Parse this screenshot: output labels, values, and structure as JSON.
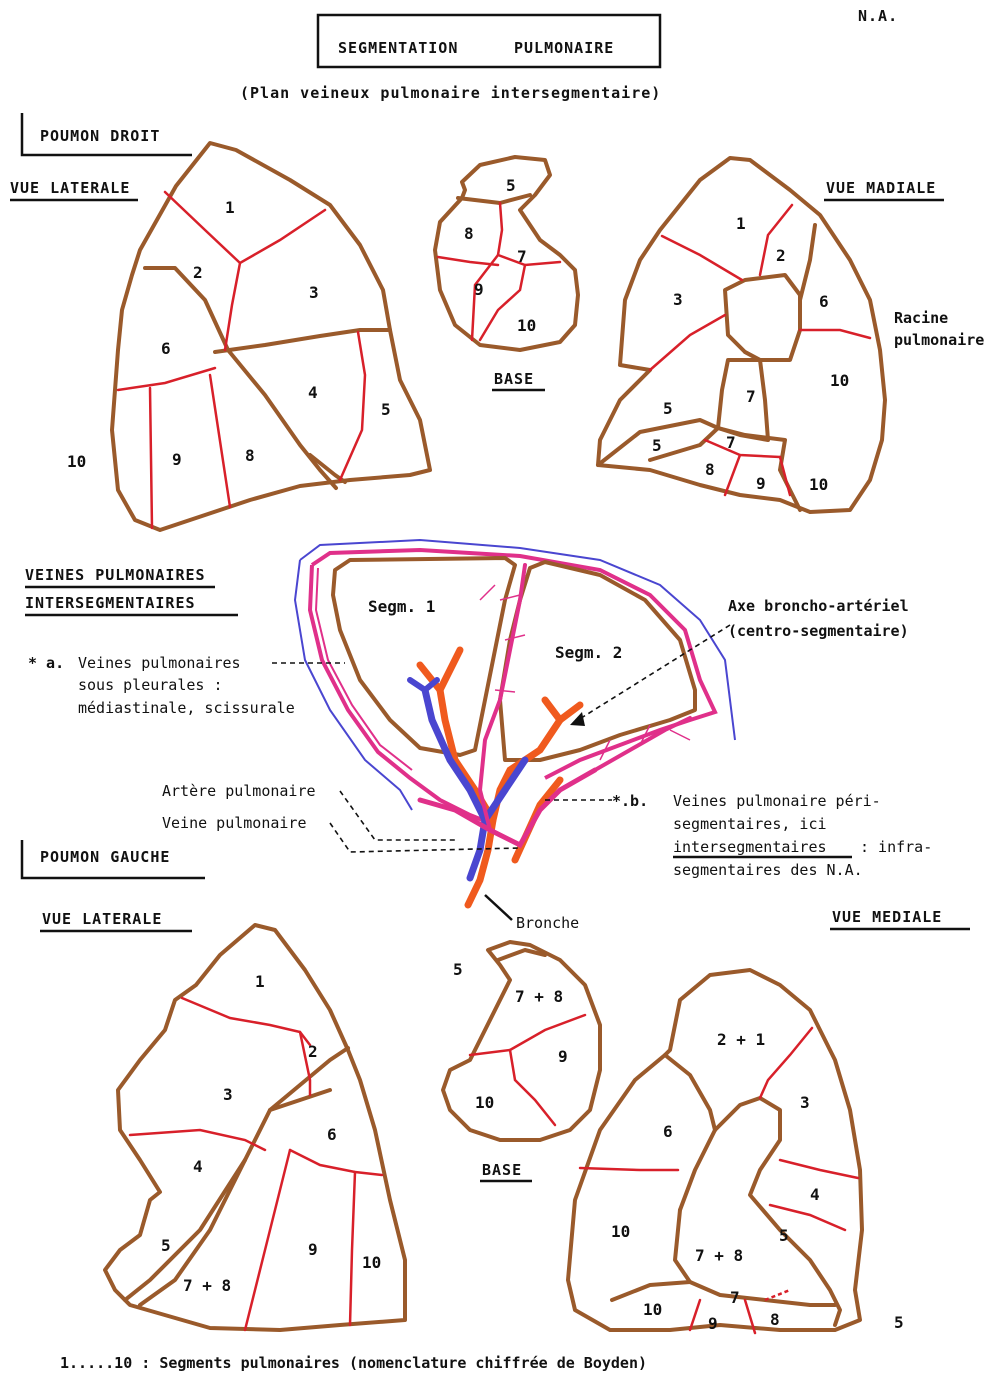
{
  "header": {
    "title_left": "SEGMENTATION",
    "title_right": "PULMONAIRE",
    "subtitle": "(Plan veineux pulmonaire intersegmentaire)",
    "corner": "N.A."
  },
  "right_lung": {
    "heading": "POUMON DROIT",
    "lateral": {
      "label": "VUE LATERALE",
      "segments": [
        "1",
        "2",
        "3",
        "4",
        "5",
        "6",
        "8",
        "9",
        "10"
      ]
    },
    "base": {
      "label": "BASE",
      "segments": [
        "5",
        "7",
        "8",
        "9",
        "10"
      ]
    },
    "medial": {
      "label": "VUE MADIALE",
      "segments": [
        "1",
        "2",
        "3",
        "5",
        "5",
        "6",
        "7",
        "7",
        "8",
        "9",
        "10",
        "10"
      ],
      "root_label_1": "Racine",
      "root_label_2": "pulmonaire"
    }
  },
  "veins": {
    "heading_1": "VEINES PULMONAIRES",
    "heading_2": "INTERSEGMENTAIRES",
    "seg1": "Segm. 1",
    "seg2": "Segm. 2",
    "axis_1": "Axe broncho-artériel",
    "axis_2": "(centro-segmentaire)",
    "note_a_marker": "* a.",
    "note_a_1": "Veines pulmonaires",
    "note_a_2": "sous pleurales   :",
    "note_a_3": "médiastinale, scissurale",
    "artery": "Artère pulmonaire",
    "vein": "Veine pulmonaire",
    "note_b_marker": "*.b.",
    "note_b_1": "Veines pulmonaire péri-",
    "note_b_2": "segmentaires, ici",
    "note_b_3a": "intersegmentaires",
    "note_b_3b": ": infra-",
    "note_b_4": "segmentaires des N.A.",
    "bronchus": "Bronche",
    "colors": {
      "bronchus": "#f05a1e",
      "artery": "#4a46d0",
      "vein": "#e0308a",
      "lung": "#9a5a2b",
      "boundary": "#d8202a"
    }
  },
  "left_lung": {
    "heading": "POUMON GAUCHE",
    "lateral": {
      "label": "VUE LATERALE",
      "segments": [
        "1",
        "2",
        "3",
        "4",
        "5",
        "6",
        "7 + 8",
        "9",
        "10"
      ]
    },
    "base": {
      "label": "BASE",
      "segments": [
        "5",
        "7 + 8",
        "9",
        "10"
      ]
    },
    "medial": {
      "label": "VUE MEDIALE",
      "segments": [
        "2 + 1",
        "3",
        "4",
        "5",
        "6",
        "7 + 8",
        "7",
        "8",
        "9",
        "10",
        "10",
        "5"
      ]
    }
  },
  "footer": "1.....10 : Segments pulmonaires (nomenclature chiffrée de Boyden)"
}
